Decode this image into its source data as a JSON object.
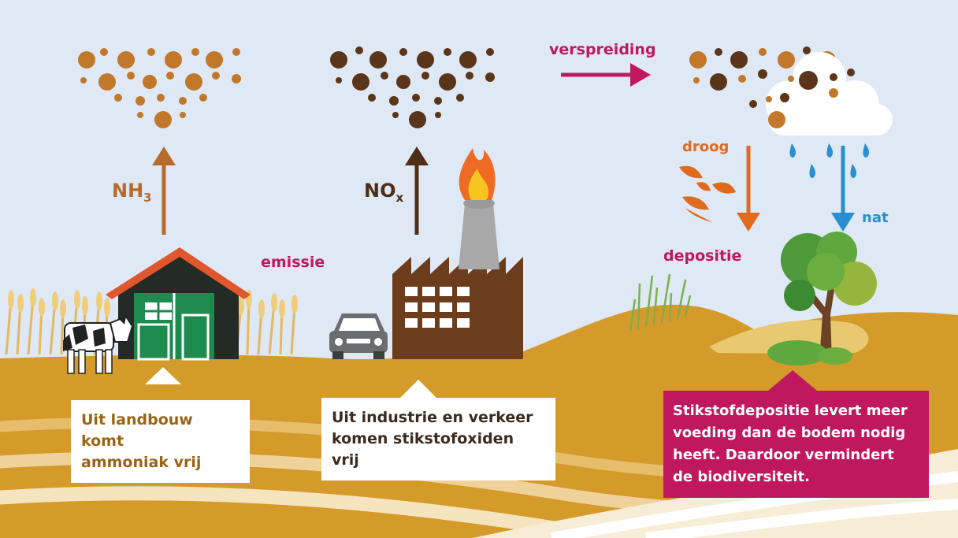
{
  "labels": {
    "nh3_main": "NH",
    "nh3_sub": "3",
    "nox_main": "NO",
    "nox_sub": "x",
    "emissie": "emissie",
    "verspreiding": "verspreiding",
    "droog": "droog",
    "nat": "nat",
    "depositie": "depositie"
  },
  "boxes": {
    "agriculture": [
      "Uit landbouw komt",
      "ammoniak vrij"
    ],
    "industry": [
      "Uit industrie en verkeer",
      "komen stikstofoxiden vrij"
    ],
    "deposition": [
      "Stikstofdepositie levert meer",
      "voeding dan de bodem nodig",
      "heeft. Daardoor vermindert",
      "de biodiversiteit."
    ]
  },
  "colors": {
    "sky": "#dfe8f5",
    "soil": "#d49a2a",
    "ammonia": "#c2782a",
    "nitrogen_oxide": "#5a3519",
    "magenta": "#c0185f",
    "rain": "#2a8fce",
    "farm_green": "#1d8a4e",
    "factory": "#6b3d1d"
  },
  "icons": [
    "ammonia-particles-icon",
    "nox-particles-icon",
    "mixed-particles-icon",
    "cloud-icon",
    "raindrop-icon",
    "leaf-icon",
    "cow-icon",
    "barn-icon",
    "car-icon",
    "factory-icon",
    "flame-icon",
    "tree-icon",
    "wheat-icon",
    "grass-icon"
  ]
}
